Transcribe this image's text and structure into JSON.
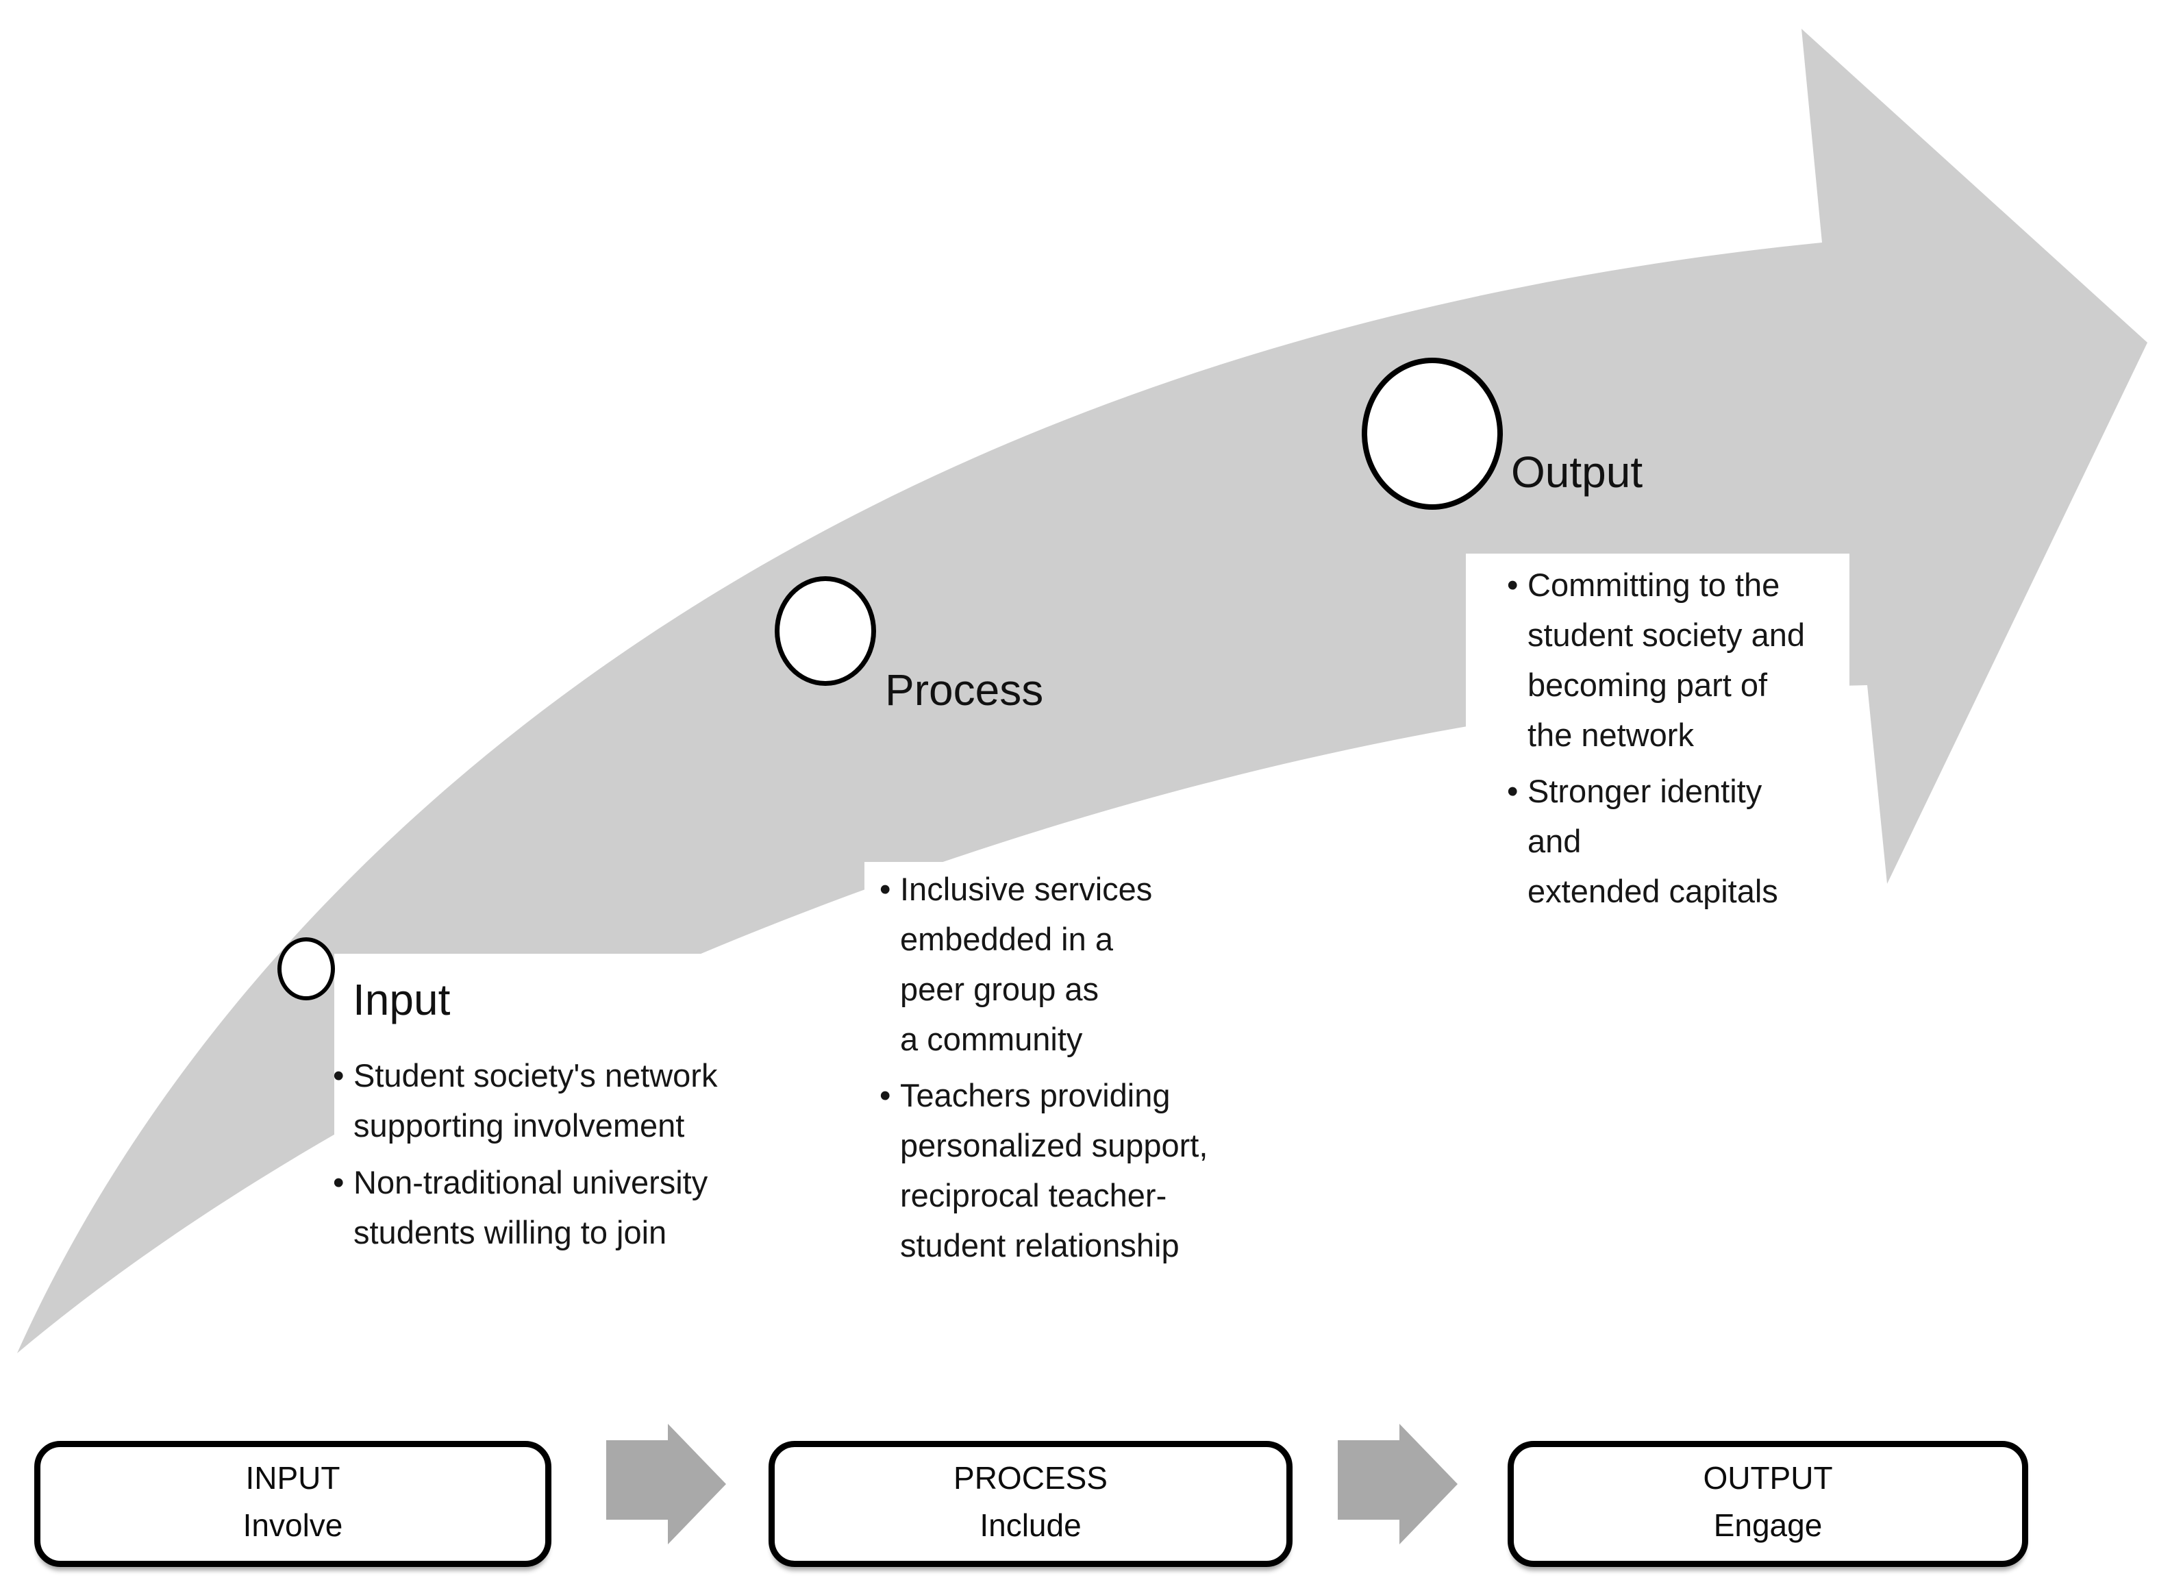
{
  "diagram_title": "",
  "stages": [
    {
      "label": "Input",
      "bullets": [
        "Student society's network\nsupporting involvement",
        "Non-traditional university\nstudents willing to join"
      ]
    },
    {
      "label": "Process",
      "bullets": [
        "Inclusive services\nembedded in a\npeer group as\na community",
        "Teachers providing\npersonalized support,\nreciprocal teacher-\nstudent relationship"
      ]
    },
    {
      "label": "Output",
      "bullets": [
        "Committing to the\nstudent society and\nbecoming part of\nthe network",
        "Stronger identity\nand\nextended capitals"
      ]
    }
  ],
  "flow_boxes": [
    {
      "title": "INPUT",
      "subtitle": "Involve"
    },
    {
      "title": "PROCESS",
      "subtitle": "Include"
    },
    {
      "title": "OUTPUT",
      "subtitle": "Engage"
    }
  ],
  "colors": {
    "arrow_body": "#cecece",
    "flow_arrow": "#a9a9a9",
    "box_border": "#000000",
    "text": "#1a1a1a",
    "background": "#ffffff"
  }
}
